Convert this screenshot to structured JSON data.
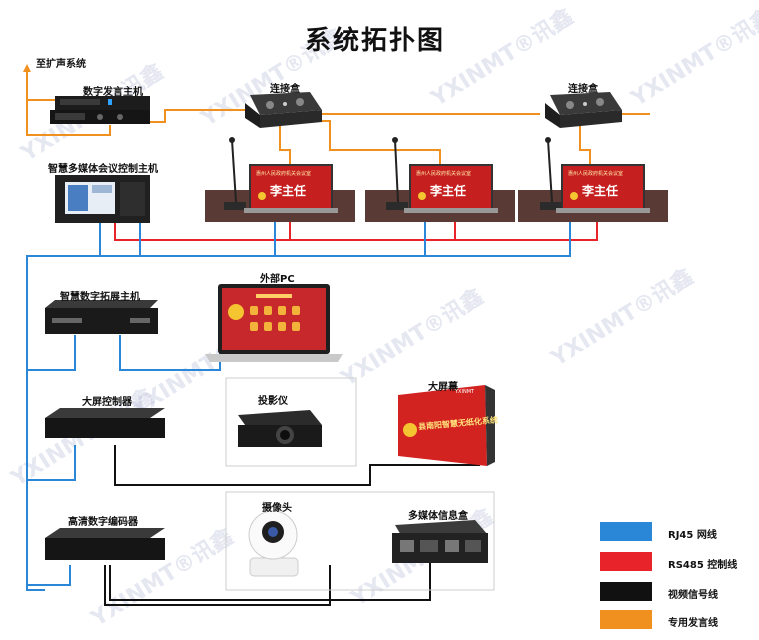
{
  "title": "系统拓扑图",
  "labels": {
    "amplifier": "至扩声系统",
    "digital_host": "数字发言主机",
    "junction_box_1": "连接盒",
    "junction_box_2": "连接盒",
    "control_host": "智慧多媒体会议控制主机",
    "expansion_host": "智慧数字拓展主机",
    "external_pc": "外部PC",
    "screen_controller": "大屏控制器",
    "projector": "投影仪",
    "big_screen": "大屏幕",
    "encoder": "高清数字编码器",
    "camera": "摄像头",
    "media_box": "多媒体信息盒"
  },
  "nameplate": "李主任",
  "nameplate_small": "惠州人民政府机关会议室",
  "screen_text": "县南阳智慧无纸化系统",
  "device_brand": "YXINMT",
  "watermark": "YXINMT®讯鑫",
  "legend": [
    {
      "label": "RJ45 网线",
      "color": "#2a86d6"
    },
    {
      "label": "RS485 控制线",
      "color": "#e8232a"
    },
    {
      "label": "视频信号线",
      "color": "#111111"
    },
    {
      "label": "专用发言线",
      "color": "#f0901e"
    }
  ],
  "colors": {
    "rj45": "#2a86d6",
    "rs485": "#e8232a",
    "video": "#111111",
    "speech": "#f0901e"
  }
}
